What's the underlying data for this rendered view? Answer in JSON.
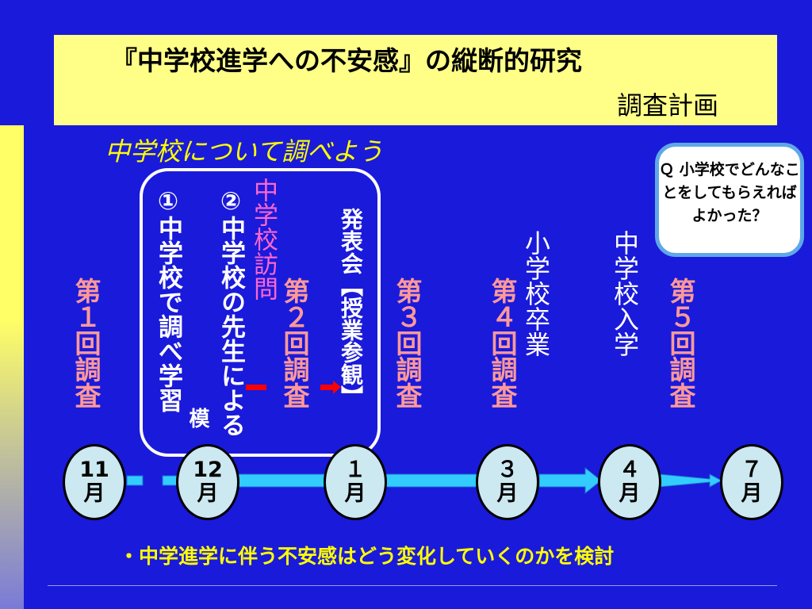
{
  "title": "『中学校進学への不安感』の縦断的研究",
  "subtitle": "調査計画",
  "heading": "中学校について調べよう",
  "surveys": [
    "第１回調査",
    "第２回調査",
    "第３回調査",
    "第４回調査",
    "第５回調査"
  ],
  "program": {
    "step1": "①中学校で調べ学習",
    "step2": "②中学校の先生による",
    "step2_cont": "模",
    "visit": "中学校訪問",
    "presentation": "発表会【授業参観】"
  },
  "events": {
    "graduation": "小学校卒業",
    "entrance": "中学校入学"
  },
  "callout": "Ｑ 小学校でどんなことをしてもらえればよかった？",
  "months": [
    {
      "num": "11",
      "unit": "月"
    },
    {
      "num": "12",
      "unit": "月"
    },
    {
      "num": "１",
      "unit": "月"
    },
    {
      "num": "３",
      "unit": "月"
    },
    {
      "num": "４",
      "unit": "月"
    },
    {
      "num": "７",
      "unit": "月"
    }
  ],
  "conclusion": "・中学進学に伴う不安感はどう変化していくのかを検討",
  "colors": {
    "background": "#1a1adb",
    "title_box": "#ffff88",
    "survey_text": "#ff9999",
    "highlight": "#ffff00",
    "visit_text": "#ff66cc",
    "timeline": "#33ccff",
    "month_fill": "#cce8f0",
    "callout_border": "#5fa8e8"
  }
}
